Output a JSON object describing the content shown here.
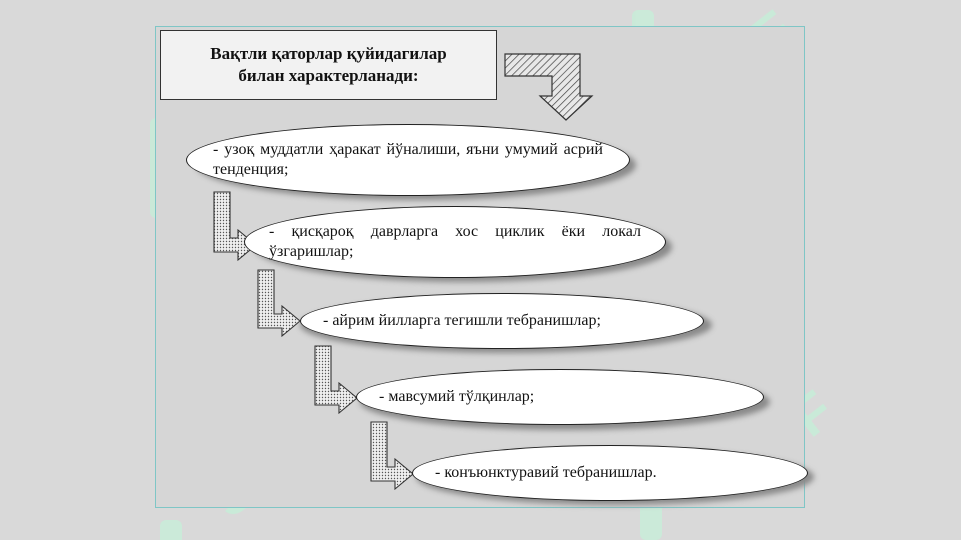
{
  "title": "Вақтли қаторлар қуйидагилар\nбилан характерланади:",
  "items": [
    "- узоқ муддатли ҳаракат йўналиши, яъни умумий асрий тенденция;",
    "- қисқароқ даврларга хос циклик ёки локал ўзгаришлар;",
    "- айрим йилларга тегишли тебранишлар;",
    "- мавсумий тўлқинлар;",
    "- конъюнктуравий тебранишлар."
  ],
  "watermark": "SOFF",
  "colors": {
    "background": "#d9d9d9",
    "ellipse_fill": "#ffffff",
    "arrow_fill": "#e6e6e6",
    "watermark": "#c9ebd9"
  }
}
